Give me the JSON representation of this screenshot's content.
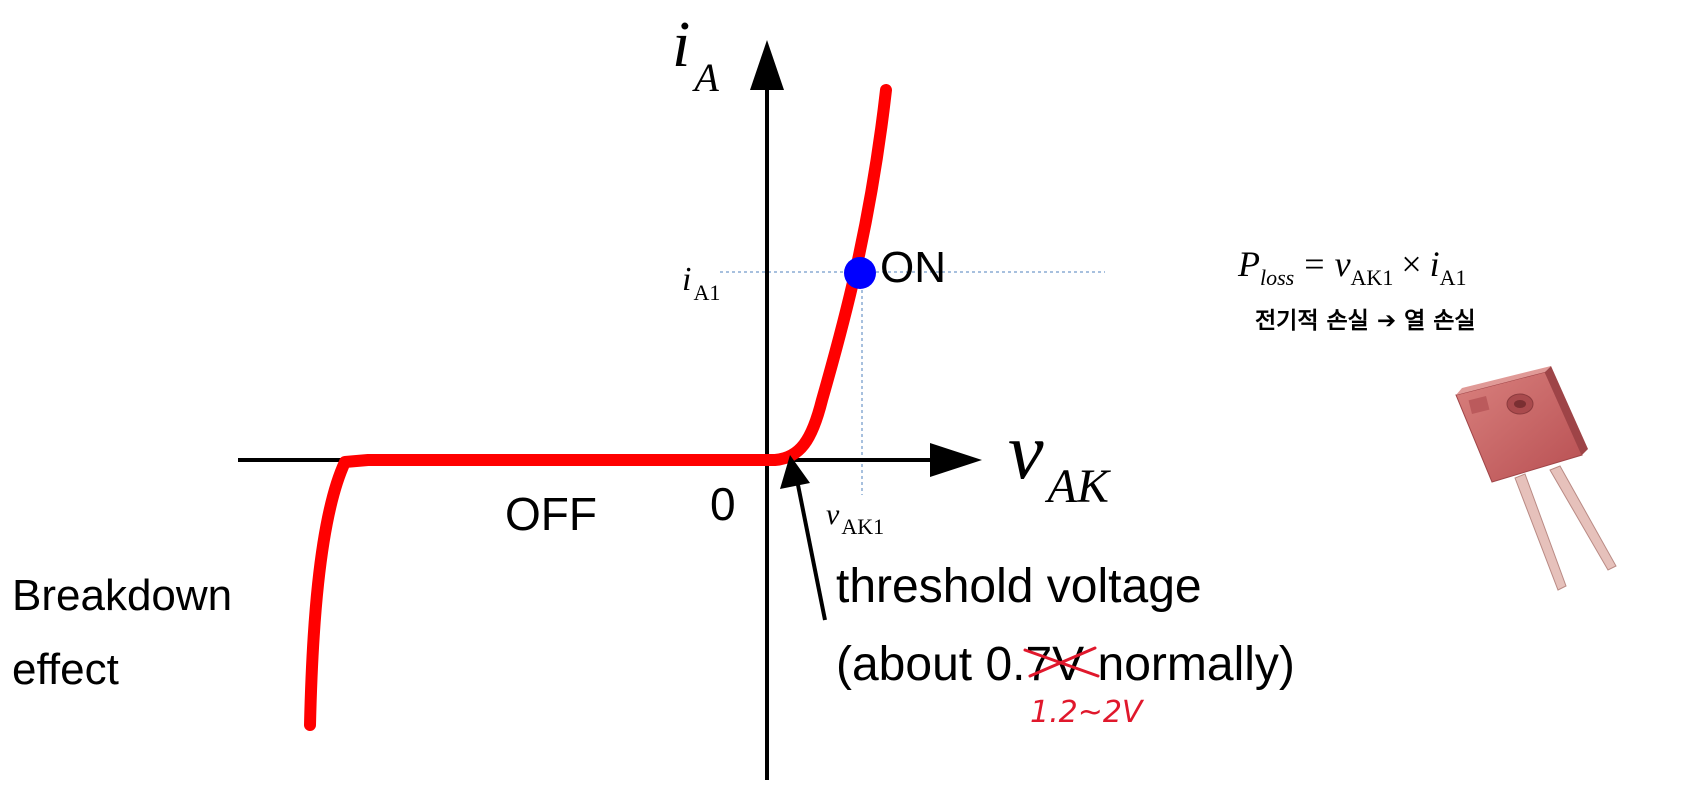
{
  "axes": {
    "y_symbol": "i",
    "y_subscript": "A",
    "x_symbol": "v",
    "x_subscript": "AK",
    "origin_label": "0"
  },
  "operating_point": {
    "label": "ON",
    "i_symbol": "i",
    "i_subscript": "A1",
    "v_symbol": "v",
    "v_subscript": "AK1"
  },
  "region_labels": {
    "off": "OFF",
    "breakdown_line1": "Breakdown",
    "breakdown_line2": "effect"
  },
  "threshold": {
    "line1": "threshold voltage",
    "line2_prefix": "(about ",
    "line2_struck": "0.7",
    "line2_suffix": "V normally)",
    "handwritten_correction": "1.2~2V"
  },
  "formula": {
    "P": "P",
    "P_sub": "loss",
    "equals": "=",
    "v": "v",
    "v_sub": "AK1",
    "times": "×",
    "i": "i",
    "i_sub": "A1",
    "note": "전기적 손실 ➔ 열 손실"
  },
  "colors": {
    "curve": "#ff0000",
    "axis": "#000000",
    "operating_point": "#0000ff",
    "guide_line": "#4f81bd",
    "correction_ink": "#e0182c",
    "component_body": "#c85a5a",
    "component_leads": "#d9a7a0"
  },
  "icons": {
    "component": "to247-package-icon"
  }
}
